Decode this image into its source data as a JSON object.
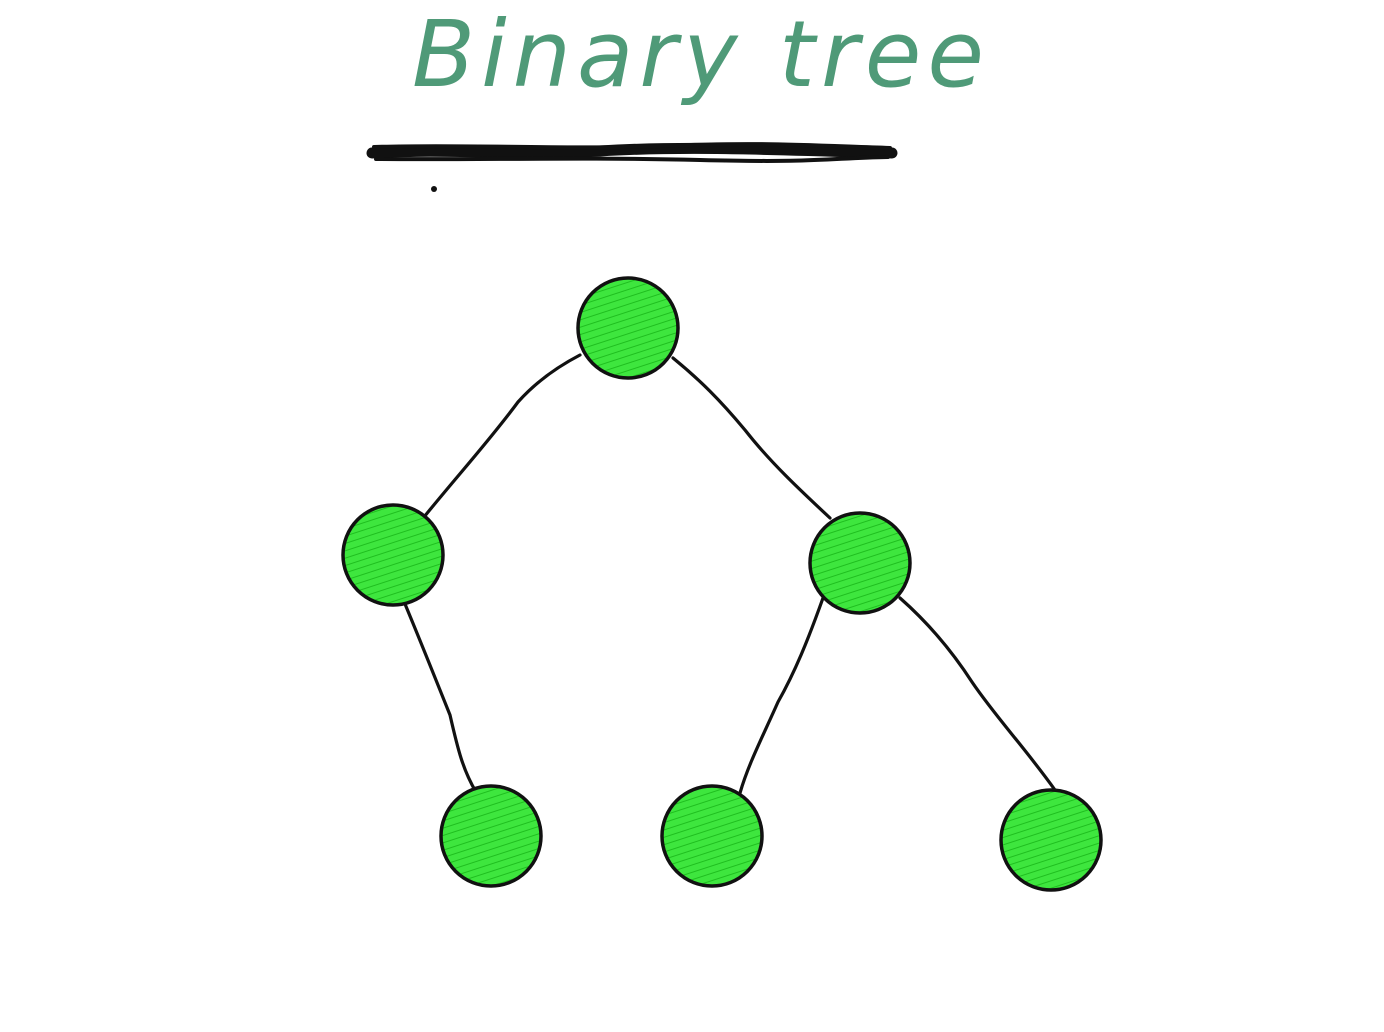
{
  "title": "Binary tree",
  "colors": {
    "title": "#4f9a78",
    "node_fill": "#33e033",
    "node_hatch": "#22c922",
    "outline": "#111111",
    "background": "#ffffff"
  },
  "tree": {
    "nodes": [
      {
        "id": "root",
        "level": 0
      },
      {
        "id": "left",
        "level": 1
      },
      {
        "id": "right",
        "level": 1
      },
      {
        "id": "left-right-leaf",
        "level": 2
      },
      {
        "id": "right-left-leaf",
        "level": 2
      },
      {
        "id": "right-right-leaf",
        "level": 2
      }
    ],
    "edges": [
      {
        "from": "root",
        "to": "left"
      },
      {
        "from": "root",
        "to": "right"
      },
      {
        "from": "left",
        "to": "left-right-leaf"
      },
      {
        "from": "right",
        "to": "right-left-leaf"
      },
      {
        "from": "right",
        "to": "right-right-leaf"
      }
    ]
  }
}
